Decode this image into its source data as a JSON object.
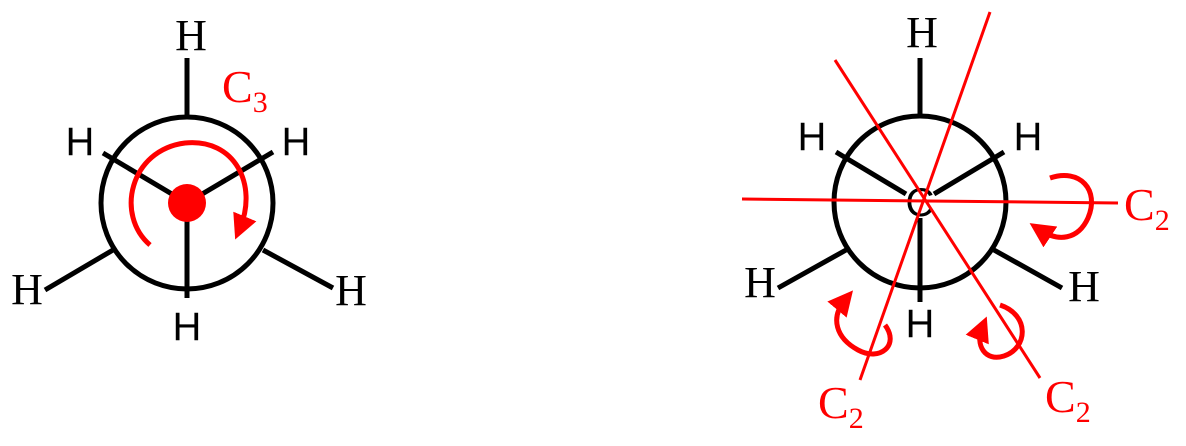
{
  "colors": {
    "black": "#000000",
    "red": "#ff0000",
    "background": "#ffffff"
  },
  "left_projection": {
    "axis_label_main": "C",
    "axis_label_sub": "3",
    "labels": {
      "back_top": "H",
      "front_upper_left": "H",
      "front_upper_right": "H",
      "back_lower_left": "H",
      "back_lower_right": "H",
      "front_bottom": "H"
    }
  },
  "right_projection": {
    "center_label": "C",
    "labels": {
      "back_top": "H",
      "front_upper_left": "H",
      "front_upper_right": "H",
      "back_lower_left": "H",
      "back_lower_right": "H",
      "front_bottom": "H"
    },
    "axis_right": {
      "main": "C",
      "sub": "2"
    },
    "axis_lower_left": {
      "main": "C",
      "sub": "2"
    },
    "axis_lower_right": {
      "main": "C",
      "sub": "2"
    }
  }
}
